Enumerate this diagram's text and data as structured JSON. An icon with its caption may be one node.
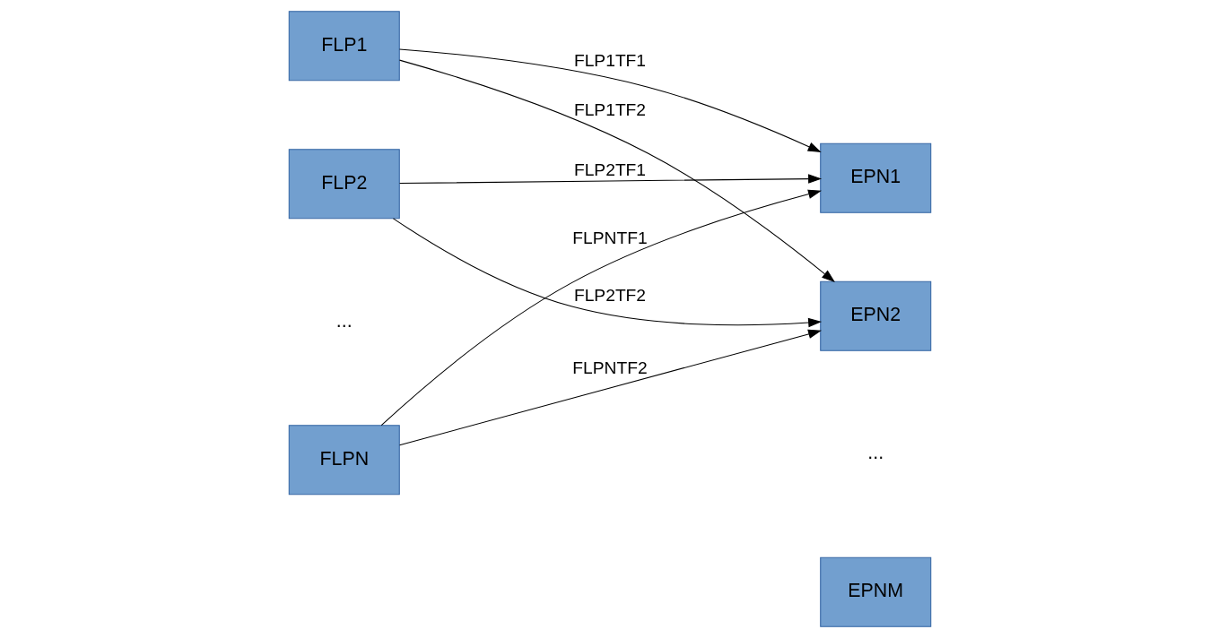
{
  "diagram": {
    "nodes": [
      {
        "text": [
          "FLP1"
        ]
      },
      {
        "text": [
          "FLP2"
        ]
      },
      {
        "text": [
          "FLPN"
        ]
      },
      {
        "text": [
          "EPN1"
        ]
      },
      {
        "text": [
          "EPN2"
        ]
      },
      {
        "text": [
          "EPNM"
        ]
      }
    ],
    "edges": [
      {
        "from": 0,
        "to": 3,
        "arrow": "to",
        "label": "FLP1TF1"
      },
      {
        "from": 0,
        "to": 4,
        "arrow": "to",
        "label": "FLP1TF2"
      },
      {
        "from": 1,
        "to": 3,
        "arrow": "to",
        "label": "FLP2TF1"
      },
      {
        "from": 1,
        "to": 4,
        "arrow": "to",
        "label": "FLP2TF2"
      },
      {
        "from": 2,
        "to": 3,
        "arrow": "to",
        "label": "FLPNTF1"
      },
      {
        "from": 2,
        "to": 4,
        "arrow": "to",
        "label": "FLPNTF2"
      }
    ],
    "labels": [
      "...",
      "..."
    ]
  }
}
